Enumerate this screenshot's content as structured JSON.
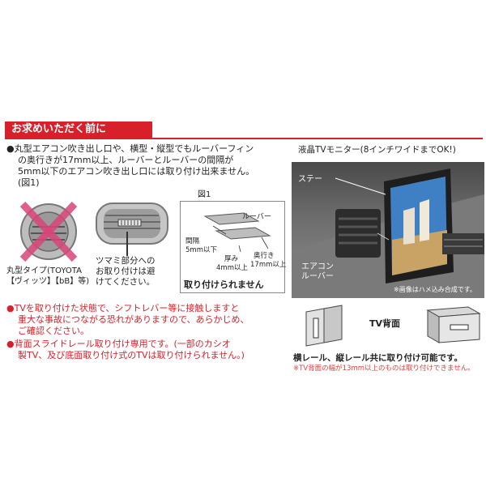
{
  "header": {
    "title": "お求めいただく前に"
  },
  "note1": {
    "lines": [
      "●丸型エアコン吹き出し口や、横型・縦型でもルーバーフィン",
      "の奥行きが17mm以上、ルーバーとルーバーの間隔が",
      "5mm以下のエアコン吹き出し口には取り付け出来ません。",
      "(図1)"
    ]
  },
  "round_vent": {
    "caption_line1": "丸型タイプ(TOYOTA",
    "caption_line2": "【ヴィッツ】【bB】等)"
  },
  "knob_vent": {
    "caption_lines": [
      "ツマミ部分への",
      "お取り付けは避",
      "けてください。"
    ]
  },
  "fig1": {
    "title": "図1",
    "louver_label": "ルーバー",
    "gap_label_1": "間隔",
    "gap_label_2": "5mm以下",
    "thickness_label_1": "厚み",
    "thickness_label_2": "4mm以上",
    "depth_label_1": "奥行き",
    "depth_label_2": "17mm以上",
    "cannot_mount": "取り付けられません"
  },
  "photo": {
    "monitor_label": "液晶TVモニター(8インチワイドまでOK!)",
    "stay_label": "ステー",
    "aircon_label_1": "エアコン",
    "aircon_label_2": "ルーバー",
    "composite_note": "※画像はハメ込み合成です。"
  },
  "tv_back": {
    "title": "TV背面",
    "caption": "横レール、縦レール共に取り付け可能です。",
    "note": "※TV背面の幅が13mm以上のものは取り付けできません。"
  },
  "warnings": {
    "lines": [
      "●TVを取り付けた状態で、シフトレバー等に接触しますと",
      "重大な事故につながる恐れがありますので、あらかじめ、",
      "ご確認ください。",
      "●背面スライドレール取り付け専用です。(一部のカシオ",
      "製TV、及び底面取り付け式のTVは取り付けられません。)"
    ]
  },
  "colors": {
    "accent": "#d8202a",
    "red_note": "#e04040"
  }
}
